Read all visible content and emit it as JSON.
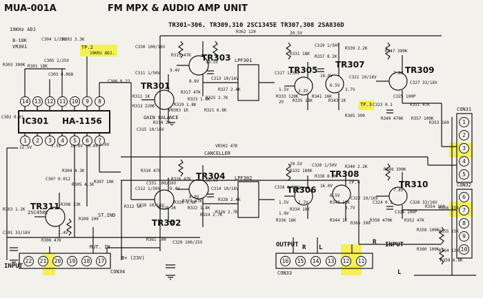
{
  "header": {
    "model": "MUA-001A",
    "unit_title": "FM MPX & AUDIO AMP UNIT",
    "transistor_types": "TR301~306, TR309,310  2SC1345E  TR307,308  2SA836D"
  },
  "tp2": {
    "label": "TP.2",
    "desc": "19KHz ADJ."
  },
  "tp3": {
    "label": "TP.3"
  },
  "tp4": {
    "label": "TP.4"
  },
  "vr301": {
    "title": "19KHz ADJ",
    "value": "8-10K",
    "ref": "VR301"
  },
  "ic301": {
    "ref": "IC301",
    "type": "HA-1156",
    "top_pins": [
      "14",
      "13",
      "12",
      "11",
      "10",
      "9",
      "8"
    ],
    "bottom_pins": [
      "1",
      "2",
      "3",
      "4",
      "5",
      "6",
      "7"
    ]
  },
  "transistors": {
    "tr301": "TR301",
    "tr302": "TR302",
    "tr303": "TR303",
    "tr304": "TR304",
    "tr305": "TR305",
    "tr306": "TR306",
    "tr307": "TR307",
    "tr308": "TR308",
    "tr309": "TR309",
    "tr310": "TR310",
    "tr311": "TR311",
    "tr311_type": "2SC458C"
  },
  "filters": {
    "lpf301": "LPF301",
    "lpf302": "LPF302"
  },
  "labels": {
    "gain_balance": "GAIN BALANCE",
    "vr303": "VR303 1K",
    "canceller": "CANCELLER",
    "vr302": "VR302 47K",
    "st_ind": "ST.IND",
    "mute_in": "MUT. IN",
    "b_plus": "B+ (23V)",
    "input": "INPUT",
    "output": "OUTPUT",
    "r": "R",
    "l": "L"
  },
  "connectors": {
    "con31": {
      "label": "CON31",
      "pins": [
        "1",
        "2",
        "3",
        "4",
        "5"
      ]
    },
    "con32": {
      "label": "CON32",
      "pins": [
        "6",
        "7",
        "8",
        "9",
        "10"
      ]
    },
    "con33": {
      "label": "CON33",
      "pins": [
        "16",
        "15",
        "14",
        "13",
        "12",
        "11"
      ]
    },
    "con34": {
      "label": "CON34",
      "pins": [
        "22",
        "21",
        "20",
        "19",
        "18",
        "17"
      ]
    }
  },
  "parts": {
    "r362": "R362 120",
    "c304": "C304 1/25V",
    "r302": "R302 3.3K",
    "c305": "C305 1/25V",
    "r303": "R303 390K",
    "r301": "R301 18K",
    "c303": "C303 0.068",
    "c306": "C306 0.22",
    "r304": "R304 4.3K",
    "c307": "C307 0.012",
    "r305": "R305 4.3K",
    "c302": "C302 0.01",
    "r307": "R307 10K",
    "r306": "R306 47K",
    "r308": "R308 33K",
    "r309": "R309 100",
    "r310": "R310 470",
    "c331": "C331 100/16V",
    "r312": "R312 1K",
    "r311": "R311 1K",
    "r313": "R313 220K",
    "c311": "C311 1/50V",
    "r314": "R314 2K",
    "c315": "C315 10/16V",
    "r315": "R315 47K",
    "c313": "C313 10/16V",
    "r317": "R317 47K",
    "r319": "R319 1.8K",
    "r321": "R321 6.8K",
    "r325": "R325 2.7K",
    "r327": "R327 2.4K",
    "r323": "R323 1.8K",
    "c330": "C330 100/16V",
    "r316": "R316 47K",
    "r318": "R318 2K",
    "c314": "C314 10/16V",
    "r320": "R320 1.8K",
    "r322": "R322 1.8K",
    "r324": "R324 2.7K",
    "r326": "R326 2.7K",
    "r328": "R328 2.4K",
    "c312": "C312 1/50V",
    "c316": "C316 10/16V",
    "r329": "R329 47K",
    "c329": "C329 100/25V",
    "r361": "R361 100",
    "r363": "R363 1.2K",
    "c301": "C301 33/16V",
    "r331": "R331 18K",
    "r333": "R333 120K",
    "r335": "R335 18K",
    "r337": "R337 8.2K",
    "c319": "C319 1/50V",
    "r339": "R339 2.2K",
    "r341": "R341 16K",
    "r343": "R343 1K",
    "c321": "C321 10/16V",
    "c317": "C317 1/50V",
    "r347": "R347 390K",
    "r349": "R349 470K",
    "c323": "C323 0.1",
    "c325": "C325 100P",
    "c327": "C327 33/16V",
    "r351": "R351 47K",
    "r353": "R353 160",
    "r355": "R355 15K",
    "r357": "R357 100K",
    "r365": "R365 390",
    "r332": "R332 180K",
    "r334": "R334 18K",
    "r336": "R336 18K",
    "r338": "R338 8.2K",
    "c320": "C320 1/50V",
    "r340": "R340 2.2K",
    "r342": "R342 16K",
    "r344": "R344 1K",
    "c322": "C322 10/16V",
    "c318": "C318 1/50V",
    "r348": "R348 390K",
    "r350": "R350 470K",
    "c324": "C324 0.1",
    "c326": "C326 100P",
    "c328": "C328 33/16V",
    "r352": "R352 47K",
    "r354": "R354 160",
    "r356": "R356 15K",
    "r358": "R358 100K",
    "r366": "R366 390",
    "r360": "R360 100K",
    "r364": "R364 13K",
    "r359": "R359 6.8K"
  },
  "voltages": {
    "v1": "9.4V",
    "v2": "18.5V",
    "v3": "9.4V",
    "v4": "18.5V",
    "v5": "20.5V",
    "v6": "20.5V",
    "v7": "8.8V",
    "v8": "8.8V",
    "v9": "12.5V",
    "v10": "5.5V",
    "v11": "10.0V",
    "v12": "10.0V",
    "v13": "6.6V",
    "v14": "2.2V",
    "v15": "1.5V",
    "v16": "2.2V",
    "v17": "1.5V",
    "v18": "16.0V",
    "v19": "16.0V",
    "v20": "6.5V",
    "v21": "6.5V",
    "v22": "3.7V",
    "v23": "3.7V",
    "v24": "7.8V",
    "v25": "7.8V",
    "v26": "1.4V",
    "v27": "2V",
    "v28": "1.9V"
  }
}
